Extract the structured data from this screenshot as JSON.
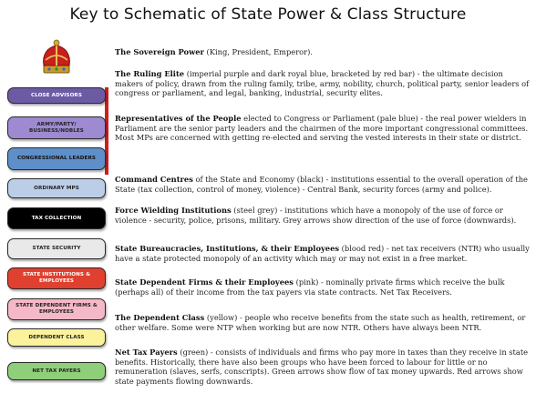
{
  "title": "Key to Schematic of State Power & Class Structure",
  "legend": [
    {
      "label": "Close Advisors",
      "fill": "#6d5aa5",
      "text_color": "#ffffff"
    },
    {
      "label": "Army/Party/ Business/Nobles",
      "fill": "#9d8ad0",
      "text_color": "#222222"
    },
    {
      "label": "Congressional Leaders",
      "fill": "#5f8fc9",
      "text_color": "#111111"
    },
    {
      "label": "Ordinary MPs",
      "fill": "#bccde8",
      "text_color": "#222222"
    },
    {
      "label": "Tax Collection",
      "fill": "#000000",
      "text_color": "#ffffff"
    },
    {
      "label": "State Security",
      "fill": "#e9e9e9",
      "text_color": "#222222"
    },
    {
      "label": "State Institutions & Employees",
      "fill": "#e0402f",
      "text_color": "#ffffff"
    },
    {
      "label": "State Dependent Firms & Employees",
      "fill": "#f5b8c8",
      "text_color": "#222222"
    },
    {
      "label": "Dependent Class",
      "fill": "#fbf29c",
      "text_color": "#222222"
    },
    {
      "label": "Net Tax Payers",
      "fill": "#8fcf7a",
      "text_color": "#222222"
    }
  ],
  "descriptions": [
    {
      "heading": "The Sovereign Power",
      "text": " (King, President, Emperor)."
    },
    {
      "heading": "The Ruling Elite",
      "text": " (imperial purple and dark royal blue, bracketed by red bar) - the ultimate decision makers of policy, drawn from the ruling family, tribe, army, nobility, church, political party, senior leaders of congress or parliament, and legal, banking, industrial, security elites."
    },
    {
      "heading": "Representatives of the People",
      "text": " elected to Congress or Parliament (pale blue) - the real power wielders in Parliament are the senior party leaders and the chairmen of the more important congressional committees. Most MPs are concerned with getting re-elected and serving the vested interests in their state or district."
    },
    {
      "heading": "Command Centres",
      "text": " of the State and Economy (black) - institutions essential to the overall operation of the State (tax collection, control of money, violence) - Central Bank, security forces (army and police)."
    },
    {
      "heading": "Force Wielding Institutions",
      "text": " (steel grey) - institutions which have a monopoly of the use of force or violence - security, police, prisons, military. Grey arrows show direction of the use of force (downwards)."
    },
    {
      "heading": "State Bureaucracies, Institutions, & their Employees",
      "text": " (blood red) - net tax receivers (NTR) who usually have a state protected monopoly of an activity which may or may not exist in a free market."
    },
    {
      "heading": "State Dependent Firms & their Employees",
      "text": " (pink) - nominally private firms which receive the bulk (perhaps all) of their income from the tax payers via state contracts. Net Tax Receivers."
    },
    {
      "heading": "The Dependent Class",
      "text": " (yellow) - people who receive benefits from the state such as health, retirement, or other welfare. Some were NTP when working but are now NTR. Others have always been NTR."
    },
    {
      "heading": "Net Tax Payers",
      "text": " (green) - consists of individuals and firms who pay more in taxes than they receive in state benefits. Historically, there have also been groups who have been forced to labour for little or no remuneration (slaves, serfs, conscripts). Green arrows show flow of tax money upwards. Red arrows show state payments flowing downwards."
    }
  ],
  "icons": {
    "crown": "crown-icon",
    "red_bar": "#cc1f1f"
  }
}
